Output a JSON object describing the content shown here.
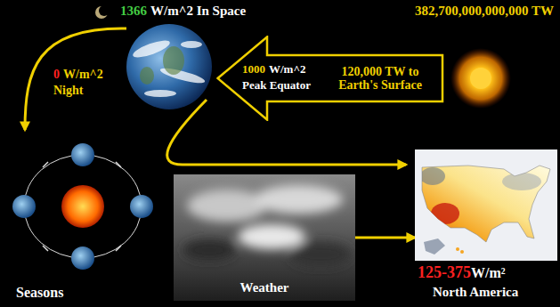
{
  "diagram": {
    "nodes": [
      {
        "text": [
          "120,000 TW to Earth's Surface"
        ]
      },
      {
        "text": [
          "Seasons"
        ]
      },
      {
        "text": [
          "Weather"
        ]
      },
      {
        "text": [
          "125-375",
          "W/m²",
          "North America"
        ]
      }
    ],
    "edges": [
      {
        "from": 2,
        "to": 3,
        "arrow": "to"
      }
    ],
    "labels": [
      "1366",
      "W/m^2 In Space",
      "382,700,000,000,000 TW",
      "1000",
      "W/m^2",
      "Peak Equator",
      "0",
      "W/m^2",
      "Night"
    ]
  }
}
